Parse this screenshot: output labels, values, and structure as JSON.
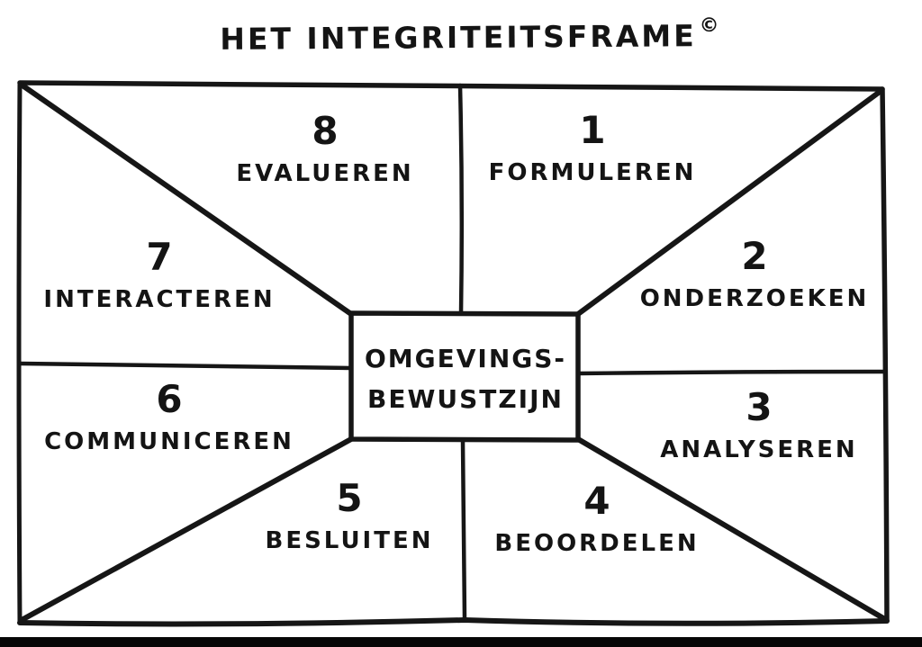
{
  "title": {
    "text": "HET INTEGRITEITSFRAME",
    "copyright": "©"
  },
  "center_box": {
    "line1": "OMGEVINGS-",
    "line2": "BEWUSTZIJN"
  },
  "sections": [
    {
      "number": "1",
      "label": "FORMULEREN",
      "position": "top-right"
    },
    {
      "number": "2",
      "label": "ONDERZOEKEN",
      "position": "right-upper"
    },
    {
      "number": "3",
      "label": "ANALYSEREN",
      "position": "right-lower"
    },
    {
      "number": "4",
      "label": "BEOORDELEN",
      "position": "bottom-right"
    },
    {
      "number": "5",
      "label": "BESLUITEN",
      "position": "bottom-left"
    },
    {
      "number": "6",
      "label": "COMMUNICEREN",
      "position": "left-lower"
    },
    {
      "number": "7",
      "label": "INTERACTEREN",
      "position": "left-upper"
    },
    {
      "number": "8",
      "label": "EVALUEREN",
      "position": "top-left"
    }
  ],
  "colors": {
    "ink": "#161616",
    "background": "#ffffff",
    "bottom_bar": "#060606"
  }
}
